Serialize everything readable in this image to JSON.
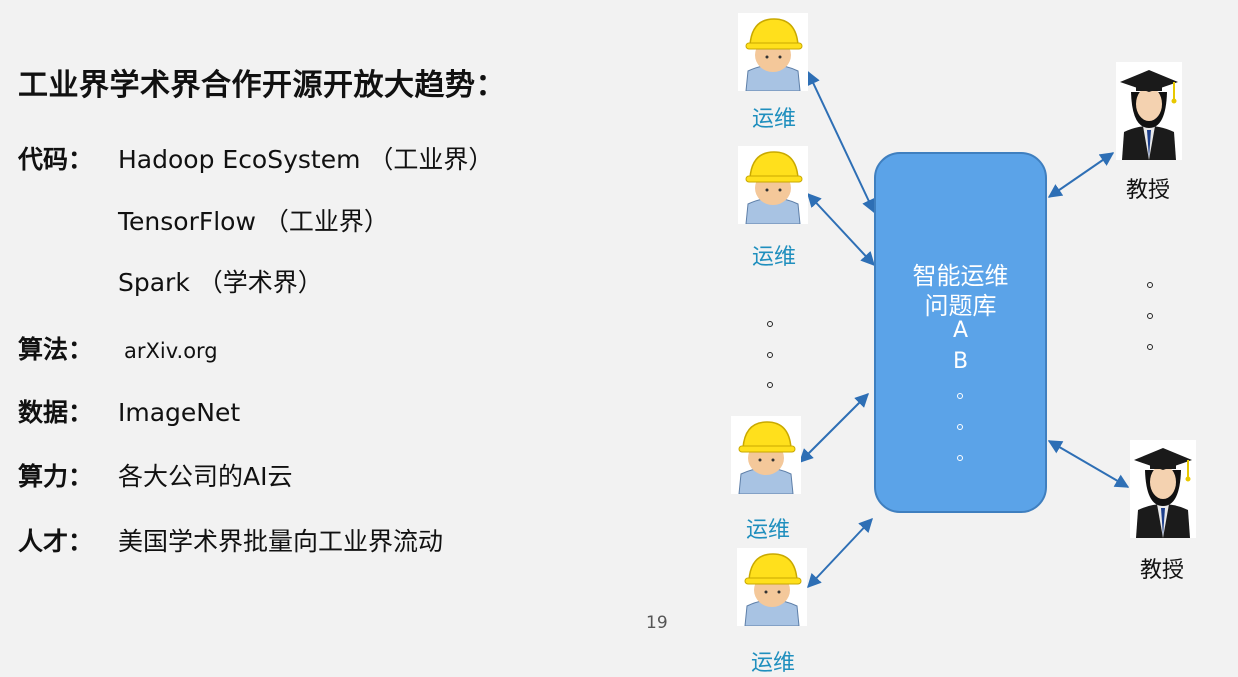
{
  "slide": {
    "title": "工业界学术界合作开源开放大趋势：",
    "rows": [
      {
        "label": "代码：",
        "value": "Hadoop EcoSystem （工业界）"
      },
      {
        "label": "",
        "value": "TensorFlow （工业界）"
      },
      {
        "label": "",
        "value": "Spark （学术界）"
      },
      {
        "label": "算法：",
        "value": "arXiv.org"
      },
      {
        "label": "数据：",
        "value": "ImageNet"
      },
      {
        "label": "算力：",
        "value": "各大公司的AI云"
      },
      {
        "label": "人才：",
        "value": "美国学术界批量向工业界流动"
      }
    ],
    "page_number": "19"
  },
  "diagram": {
    "center": {
      "line1": "智能运维",
      "line2": "问题库",
      "item_a": "A",
      "item_b": "B"
    },
    "worker_label": "运维",
    "professor_label": "教授"
  },
  "colors": {
    "background": "#f2f2f2",
    "box": "#5ba3e8",
    "arrow": "#2e6fb5",
    "worker_label": "#1f8fbe"
  }
}
